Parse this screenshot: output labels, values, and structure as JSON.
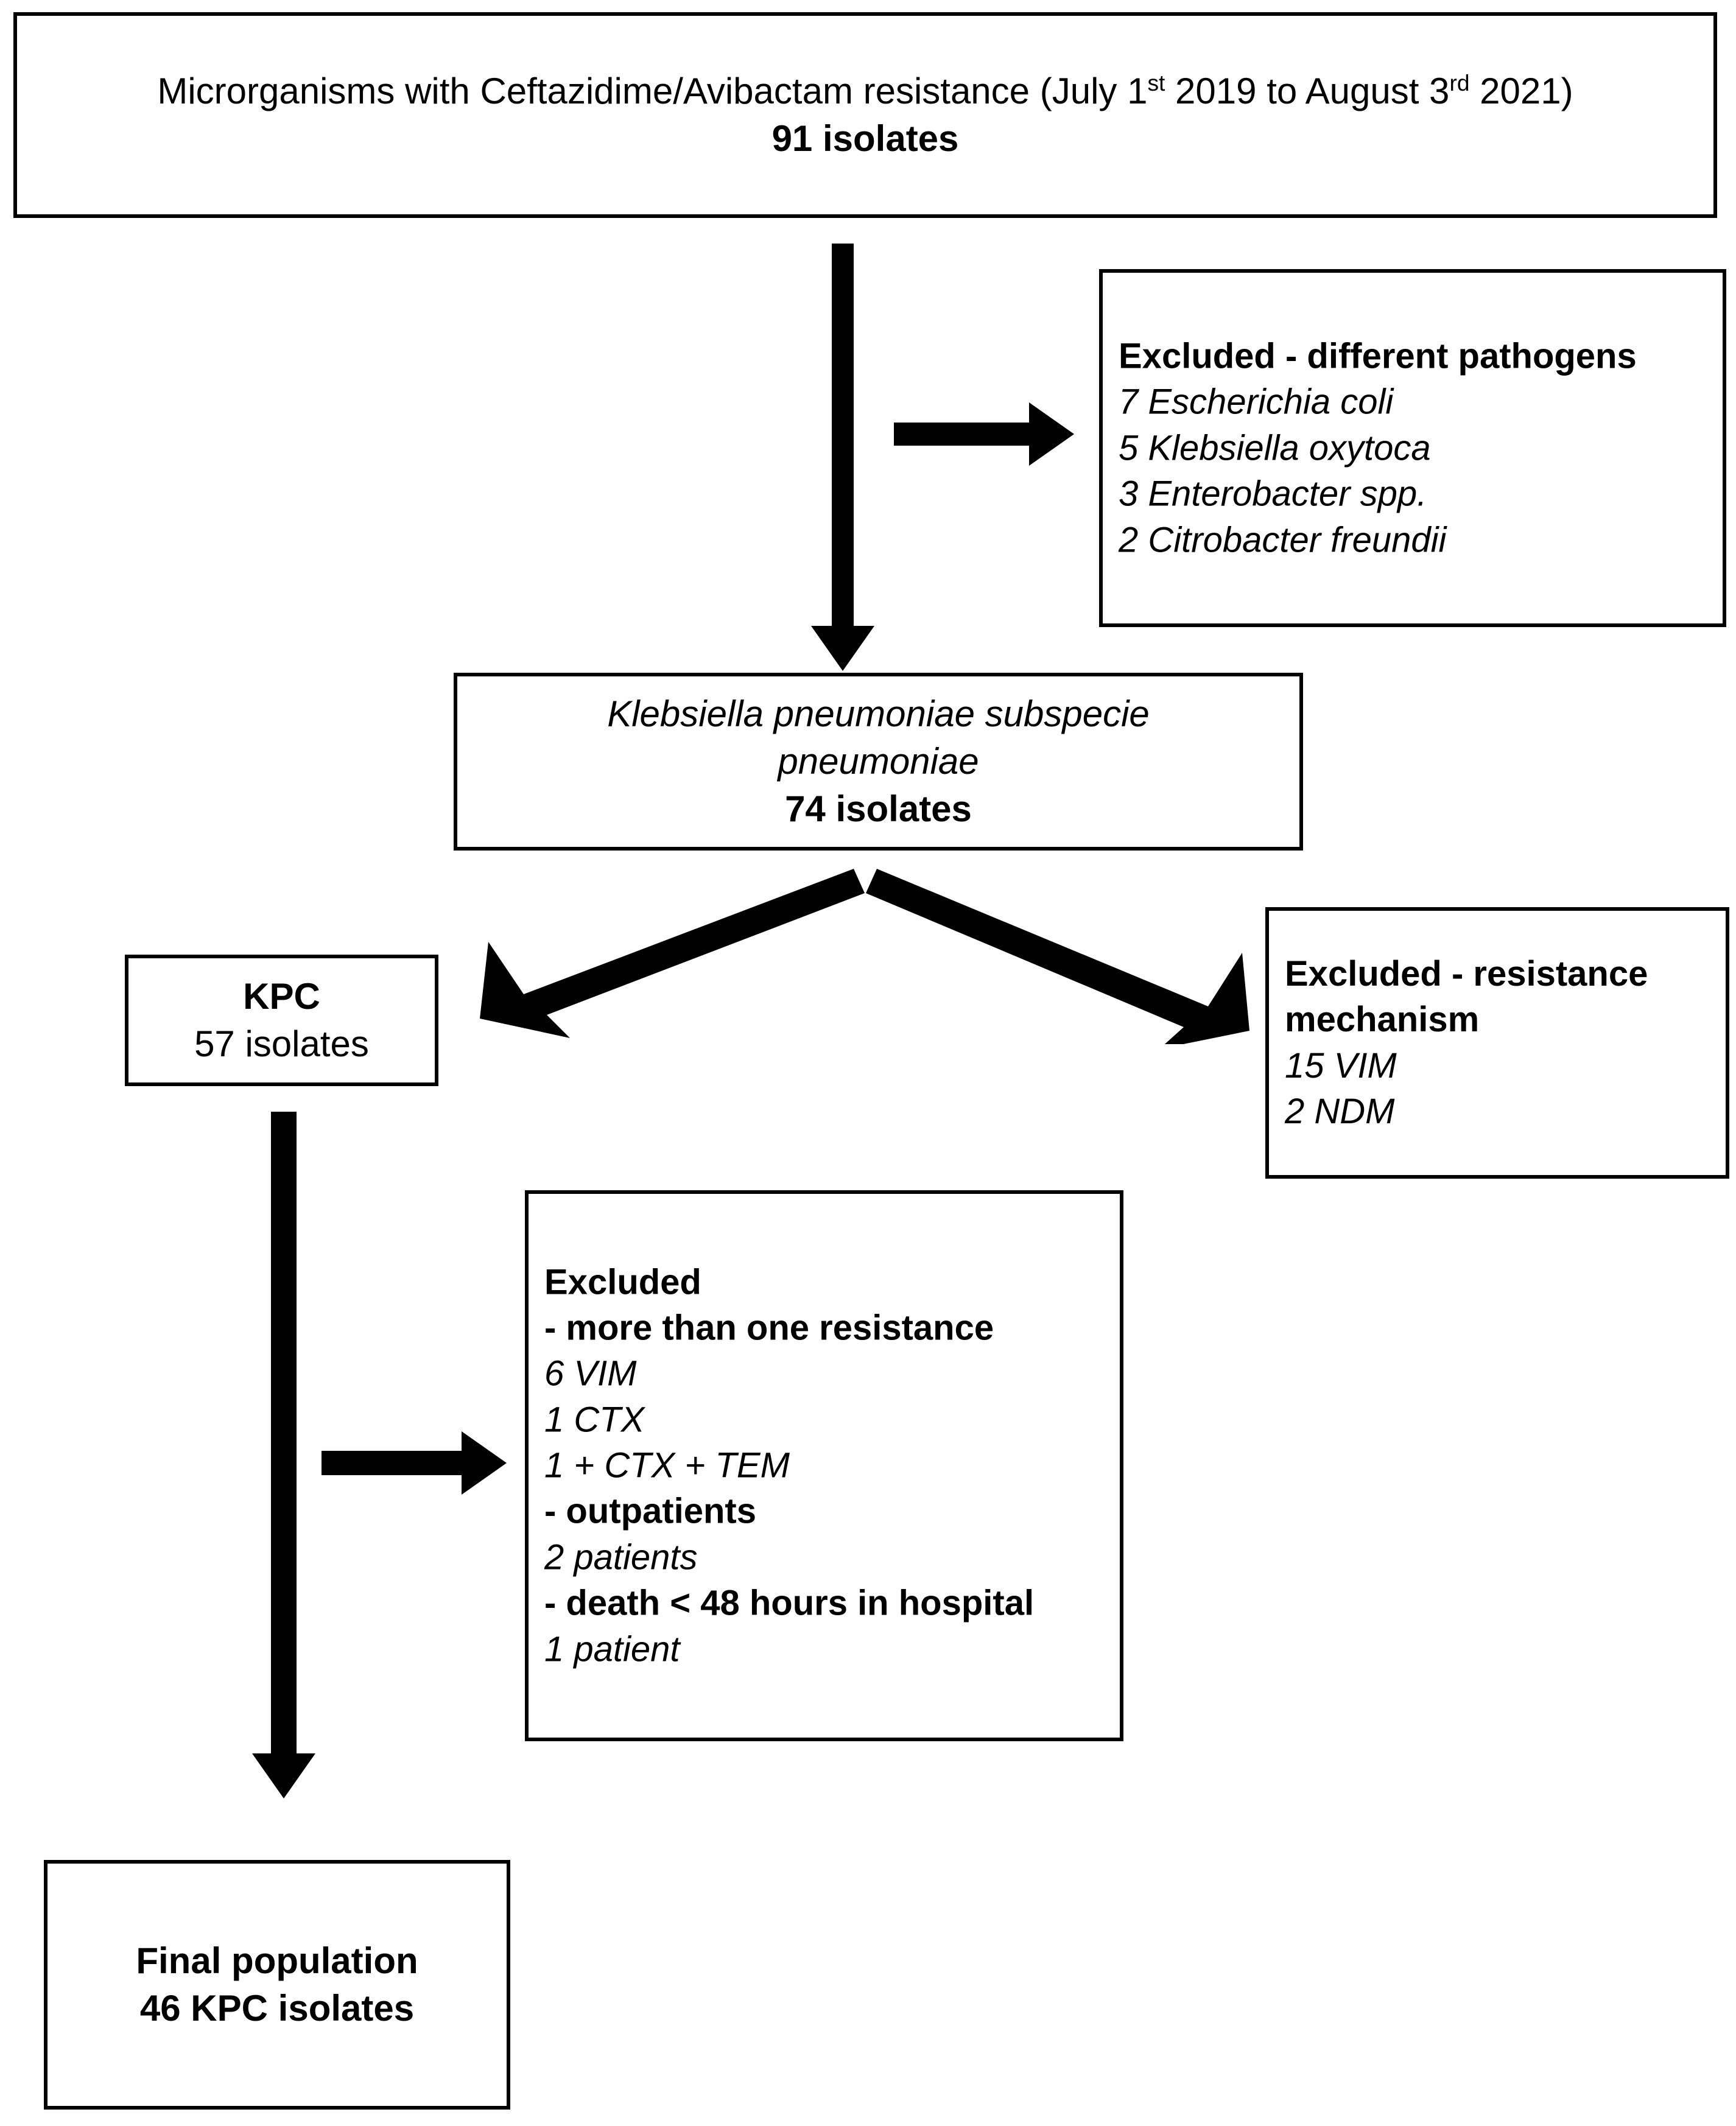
{
  "figure": {
    "type": "flowchart",
    "title": "Study population selection flow diagram",
    "orientation": "vertical"
  },
  "boxes": {
    "source_population": {
      "title_prefix": "Microrganisms with Ceftazidime/Avibactam resistance (July 1",
      "title_sup1": "st",
      "title_mid": " 2019 to August 3",
      "title_sup2": "rd",
      "title_suffix": " 2021)",
      "count": "91 isolates"
    },
    "excluded_pathogens": {
      "heading": "Excluded - different pathogens",
      "items": [
        "7 Escherichia coli",
        "5 Klebsiella oxytoca",
        "3 Enterobacter spp.",
        "2 Citrobacter freundii"
      ]
    },
    "klebsiella": {
      "line1": "Klebsiella pneumoniae subspecie",
      "line2": "pneumoniae",
      "count": "74 isolates"
    },
    "kpc": {
      "label": "KPC",
      "count": "57 isolates"
    },
    "excluded_mechanism": {
      "heading_line1": "Excluded - resistance",
      "heading_line2": "mechanism",
      "items": [
        "15 VIM",
        "2 NDM"
      ]
    },
    "excluded_other": {
      "heading": "Excluded",
      "group1_heading": "- more than one resistance",
      "group1_items": [
        "6 VIM",
        "1 CTX",
        "1 + CTX + TEM"
      ],
      "group2_heading": "- outpatients",
      "group2_items": [
        "2 patients"
      ],
      "group3_heading": "- death < 48 hours in hospital",
      "group3_items": [
        "1 patient"
      ]
    },
    "final_population": {
      "label": "Final population",
      "count": "46 KPC isolates"
    }
  },
  "arrows": {
    "source_to_klebsiella": "down-arrow",
    "source_to_excluded_pathogens": "right-arrow",
    "klebsiella_to_kpc": "diagonal-down-left-arrow",
    "klebsiella_to_excluded_mechanism": "diagonal-down-right-arrow",
    "kpc_to_final": "down-arrow",
    "kpc_to_excluded_other": "right-arrow"
  },
  "colors": {
    "stroke": "#000000",
    "background": "#ffffff",
    "text": "#000000"
  }
}
